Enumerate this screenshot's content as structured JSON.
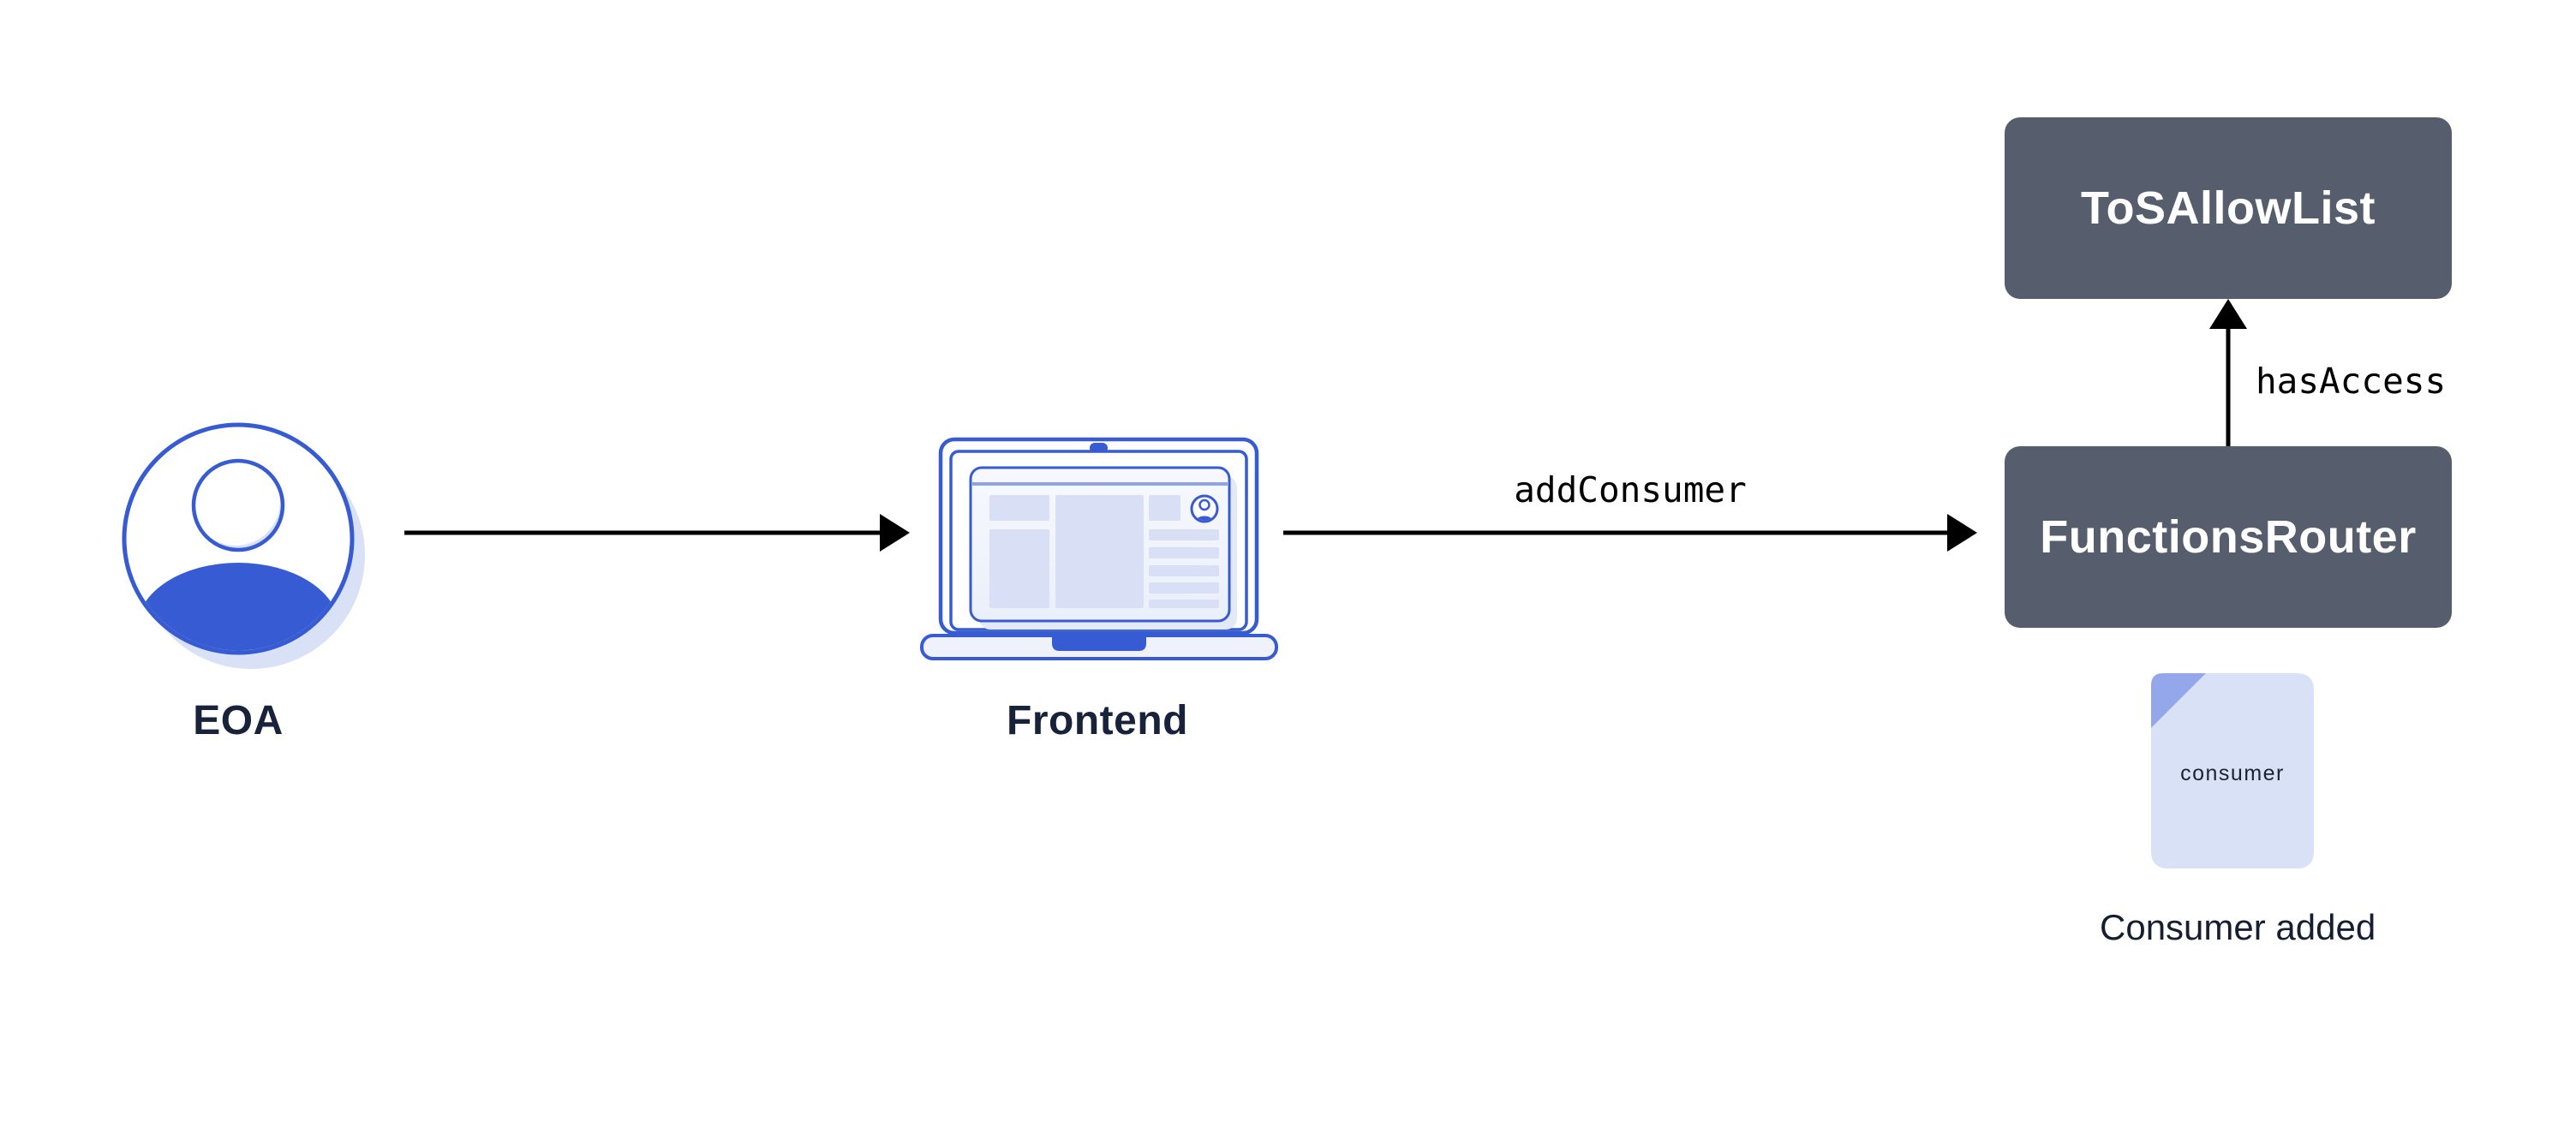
{
  "diagram": {
    "nodes": {
      "eoa": {
        "label": "EOA",
        "icon": "user-avatar-icon",
        "type": "actor"
      },
      "frontend": {
        "label": "Frontend",
        "icon": "laptop-icon",
        "type": "application"
      },
      "functions_router": {
        "label": "FunctionsRouter",
        "type": "contract"
      },
      "tos_allow_list": {
        "label": "ToSAllowList",
        "type": "contract"
      }
    },
    "edges": [
      {
        "from": "EOA",
        "to": "Frontend",
        "label": ""
      },
      {
        "from": "Frontend",
        "to": "FunctionsRouter",
        "label": "addConsumer"
      },
      {
        "from": "FunctionsRouter",
        "to": "ToSAllowList",
        "label": "hasAccess"
      }
    ],
    "artifact": {
      "icon": "document-icon",
      "doc_text": "consumer",
      "caption": "Consumer added"
    },
    "colors": {
      "blue": "#375BD2",
      "pale_blue": "#D9E1F7",
      "block_blue": "#D9E0F5",
      "lavender": "#EFF2FC",
      "fold_blue": "#94A7EA",
      "slate": "#565D6C",
      "navy": "#18223A",
      "ink": "#000000",
      "white": "#FFFFFF"
    }
  }
}
